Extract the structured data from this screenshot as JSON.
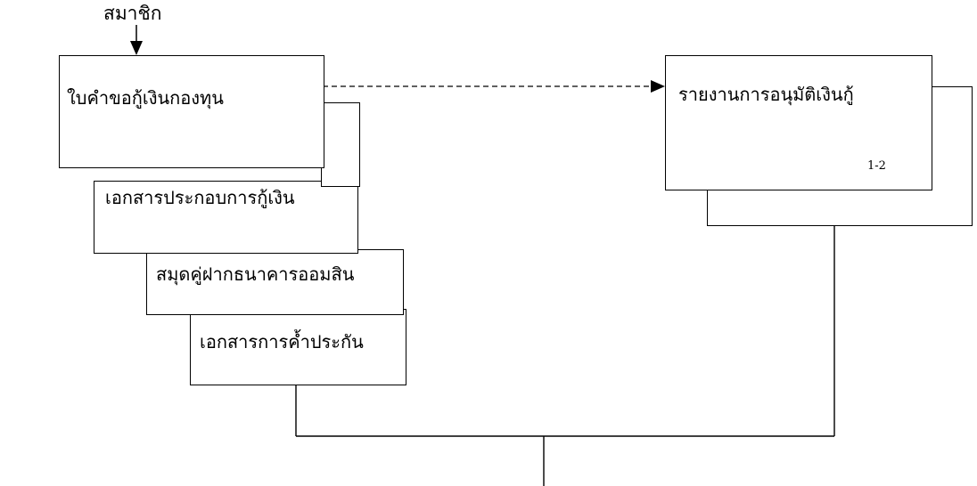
{
  "diagram": {
    "source_label": "สมาชิก",
    "documents": {
      "loan_application": "ใบคำขอกู้เงินกองทุน",
      "loan_supporting_docs": "เอกสารประกอบการกู้เงิน",
      "bank_passbook": "สมุดคู่ฝากธนาคารออมสิน",
      "collateral_docs": "เอกสารการค้ำประกัน"
    },
    "report": {
      "title": "รายงานการอนุมัติเงินกู้",
      "copies": "1-2"
    },
    "colors": {
      "line": "#000000",
      "background": "#ffffff"
    }
  }
}
